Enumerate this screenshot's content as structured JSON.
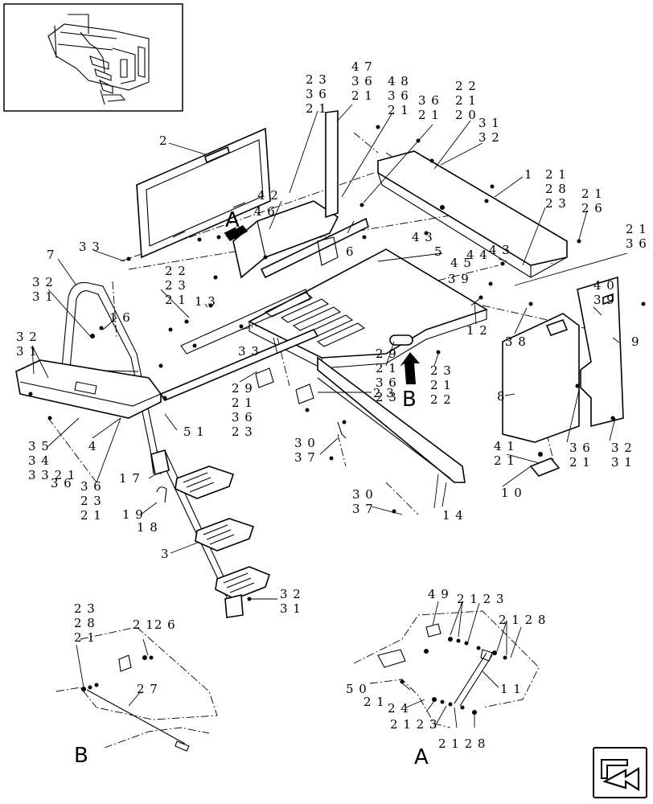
{
  "callouts": [
    {
      "id": "c-2",
      "text": "2"
    },
    {
      "id": "c-47-36-21",
      "lines": [
        "4 7",
        "3 6",
        "2 1"
      ]
    },
    {
      "id": "c-23-36-21",
      "lines": [
        "2 3",
        "3 6",
        "2 1"
      ]
    },
    {
      "id": "c-48-36-21",
      "lines": [
        "4 8",
        "3 6",
        "2 1"
      ]
    },
    {
      "id": "c-36-21",
      "lines": [
        "3 6",
        "2 1"
      ]
    },
    {
      "id": "c-22-21-20",
      "lines": [
        "2 2",
        "2 1",
        "2 0"
      ]
    },
    {
      "id": "c-31-32",
      "lines": [
        "3 1",
        "3 2"
      ]
    },
    {
      "id": "c-1",
      "text": "1"
    },
    {
      "id": "c-21-28-23",
      "lines": [
        "2 1",
        "2 8",
        "2 3"
      ]
    },
    {
      "id": "c-21-26",
      "lines": [
        "2 1",
        "2 6"
      ]
    },
    {
      "id": "c-21-36",
      "lines": [
        "2 1",
        "3 6"
      ]
    },
    {
      "id": "c-42-46",
      "lines": [
        "4 2",
        "4 6"
      ]
    },
    {
      "id": "c-6",
      "text": "6"
    },
    {
      "id": "c-43",
      "text": "4 3"
    },
    {
      "id": "c-5",
      "text": "5"
    },
    {
      "id": "c-33",
      "text": "3 3"
    },
    {
      "id": "c-7",
      "text": "7"
    },
    {
      "id": "c-22-23-21",
      "lines": [
        "2 2",
        "2 3",
        "2 1"
      ]
    },
    {
      "id": "c-32-31-a",
      "lines": [
        "3 2",
        "3 1"
      ]
    },
    {
      "id": "c-16",
      "text": "1 6"
    },
    {
      "id": "c-13",
      "text": "1 3"
    },
    {
      "id": "c-32-31-b",
      "lines": [
        "3 2",
        "3 1"
      ]
    },
    {
      "id": "c-45-39",
      "lines": [
        "4 5",
        "3 9"
      ]
    },
    {
      "id": "c-44",
      "text": "4 4"
    },
    {
      "id": "c-43b",
      "text": "4 3"
    },
    {
      "id": "c-40-39",
      "lines": [
        "4 0",
        "3 9"
      ]
    },
    {
      "id": "c-9",
      "text": "9"
    },
    {
      "id": "c-12",
      "text": "1 2"
    },
    {
      "id": "c-38",
      "text": "3 8"
    },
    {
      "id": "c-29-21-36-23",
      "lines": [
        "2 9",
        "2 1",
        "3 6",
        "2 3"
      ]
    },
    {
      "id": "c-23-21-22",
      "lines": [
        "2 3",
        "2 1",
        "2 2"
      ]
    },
    {
      "id": "c-33b",
      "text": "3 3"
    },
    {
      "id": "c-29-21-36-23b",
      "lines": [
        "2 9",
        "2 1",
        "3 6",
        "2 3"
      ]
    },
    {
      "id": "c-23",
      "text": "2 3"
    },
    {
      "id": "c-8",
      "text": "8"
    },
    {
      "id": "c-51",
      "text": "5 1"
    },
    {
      "id": "c-35-34-33-21-36",
      "lines": [
        "3 5",
        "3 4",
        "3 3 2 1",
        "3 6"
      ]
    },
    {
      "id": "c-4",
      "text": "4"
    },
    {
      "id": "c-36-23-21",
      "lines": [
        "3 6",
        "2 3",
        "2 1"
      ]
    },
    {
      "id": "c-30-37-a",
      "lines": [
        "3 0",
        "3 7"
      ]
    },
    {
      "id": "c-41-21",
      "lines": [
        "4 1",
        "2 1"
      ]
    },
    {
      "id": "c-36-21b",
      "lines": [
        "3 6",
        "2 1"
      ]
    },
    {
      "id": "c-32-31-c",
      "lines": [
        "3 2",
        "3 1"
      ]
    },
    {
      "id": "c-17",
      "text": "1 7"
    },
    {
      "id": "c-10",
      "text": "1 0"
    },
    {
      "id": "c-30-37-b",
      "lines": [
        "3 0",
        "3 7"
      ]
    },
    {
      "id": "c-14",
      "text": "1 4"
    },
    {
      "id": "c-19-18",
      "lines": [
        "1 9",
        "1 8"
      ]
    },
    {
      "id": "c-3",
      "text": "3"
    },
    {
      "id": "c-32-31-d",
      "lines": [
        "3 2",
        "3 1"
      ]
    },
    {
      "id": "c-23-28-21",
      "lines": [
        "2 3",
        "2 8",
        "2 1"
      ]
    },
    {
      "id": "c-21-26b",
      "text": "2 12 6"
    },
    {
      "id": "c-27",
      "text": "2 7"
    },
    {
      "id": "c-49",
      "text": "4 9"
    },
    {
      "id": "c-21-23",
      "text": "2 1 2 3"
    },
    {
      "id": "c-21-28",
      "text": "2 1 2 8"
    },
    {
      "id": "c-11",
      "text": "1 1"
    },
    {
      "id": "c-50-21",
      "lines": [
        "5 0",
        "2 1"
      ]
    },
    {
      "id": "c-24",
      "text": "2 4"
    },
    {
      "id": "c-21-23b",
      "text": "2 1 2 3"
    },
    {
      "id": "c-21-28b",
      "text": "2 1 2 8"
    }
  ],
  "view_labels": {
    "A_main": "A",
    "B_main": "B",
    "A_detail": "A",
    "B_detail": "B"
  }
}
